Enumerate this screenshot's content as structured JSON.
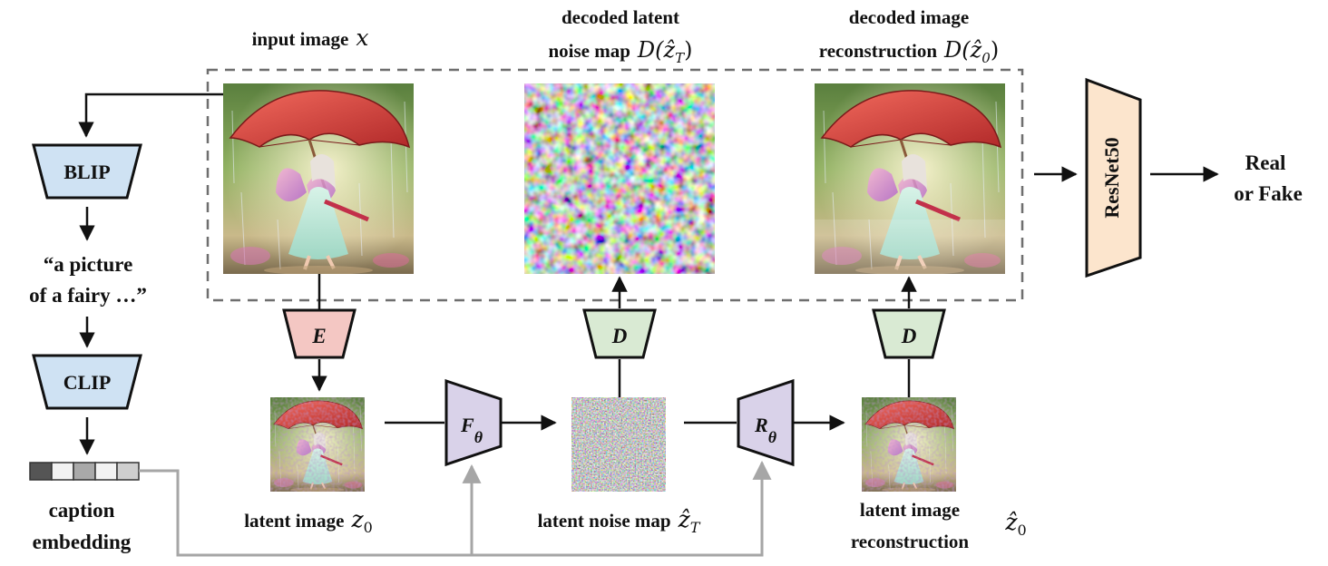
{
  "labels": {
    "input_image": "input image",
    "input_image_sym": "x",
    "decoded_latent_l1": "decoded latent",
    "decoded_latent_l2": "noise map",
    "decoded_latent_sym": "D(ẑ",
    "decoded_latent_sub": "T",
    "decoded_image_l1": "decoded image",
    "decoded_image_l2": "reconstruction",
    "decoded_image_sym": "D(ẑ",
    "decoded_image_sub": "0",
    "caption_quote_l1": "“a picture",
    "caption_quote_l2": "of a fairy …”",
    "caption_emb_l1": "caption",
    "caption_emb_l2": "embedding",
    "latent_image": "latent image",
    "latent_image_sym": "z",
    "latent_image_sub": "0",
    "latent_noise": "latent noise map",
    "latent_noise_sym": "ẑ",
    "latent_noise_sub": "T",
    "latent_recon_l1": "latent image",
    "latent_recon_l2": "reconstruction",
    "latent_recon_sym": "ẑ",
    "latent_recon_sub": "0",
    "output_l1": "Real",
    "output_l2": "or Fake"
  },
  "blocks": {
    "blip": "BLIP",
    "clip": "CLIP",
    "encoder": "E",
    "decoder": "D",
    "forward": "F",
    "forward_sub": "θ",
    "reverse": "R",
    "reverse_sub": "θ",
    "resnet": "ResNet50"
  },
  "colors": {
    "blue_block": "#cfe2f3",
    "red_block": "#f4c7c3",
    "green_block": "#d9ead3",
    "purple_block": "#d9d2e9",
    "orange_block": "#fce5cd",
    "gray_arrow": "#a6a6a6",
    "dashed_border": "#6e6e6e"
  }
}
